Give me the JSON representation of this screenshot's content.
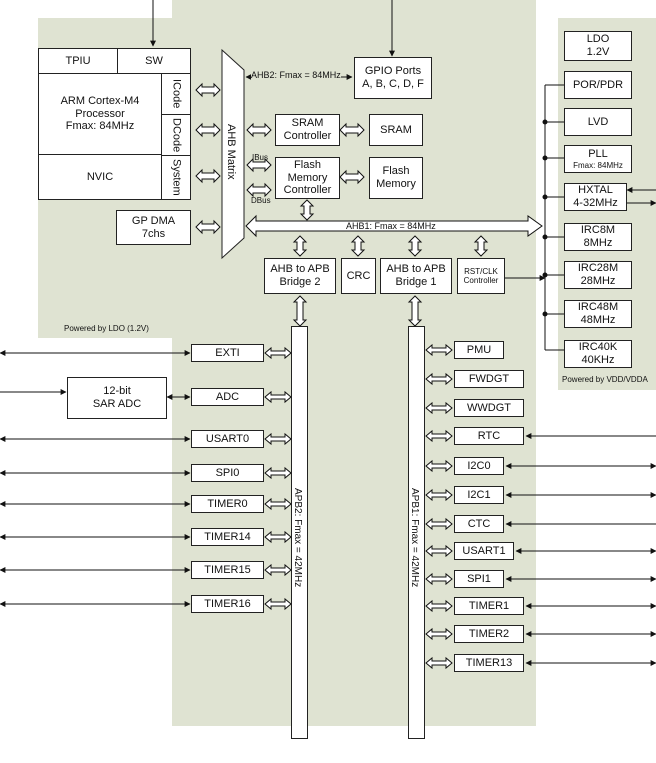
{
  "core": {
    "tpiu": "TPIU",
    "sw": "SW",
    "cpu_line1": "ARM Cortex-M4",
    "cpu_line2": "Processor",
    "cpu_fmax": "Fmax: 84MHz",
    "nvic": "NVIC",
    "icode": "ICode",
    "dcode": "DCode",
    "system": "System"
  },
  "dma": {
    "line1": "GP DMA",
    "line2": "7chs"
  },
  "ahb_matrix": "AHB Matrix",
  "ahb2": "AHB2: Fmax = 84MHz",
  "ahb1": "AHB1: Fmax = 84MHz",
  "gpio": {
    "line1": "GPIO Ports",
    "line2": "A, B, C, D, F"
  },
  "sram_ctrl": {
    "line1": "SRAM",
    "line2": "Controller"
  },
  "sram": "SRAM",
  "flash_ctrl": {
    "line1": "Flash",
    "line2": "Memory",
    "line3": "Controller"
  },
  "flash": {
    "line1": "Flash",
    "line2": "Memory"
  },
  "ibus": "IBus",
  "dbus": "DBus",
  "bridge2": {
    "line1": "AHB to APB",
    "line2": "Bridge 2"
  },
  "crc": "CRC",
  "bridge1": {
    "line1": "AHB to APB",
    "line2": "Bridge 1"
  },
  "rstclk": {
    "line1": "RST/CLK",
    "line2": "Controller"
  },
  "powered_ldo": "Powered by LDO (1.2V)",
  "powered_vdd": "Powered by VDD/VDDA",
  "power_blocks": {
    "ldo": {
      "line1": "LDO",
      "line2": "1.2V"
    },
    "por": "POR/PDR",
    "lvd": "LVD",
    "pll": {
      "line1": "PLL",
      "line2": "Fmax: 84MHz"
    },
    "hxtal": {
      "line1": "HXTAL",
      "line2": "4-32MHz"
    },
    "irc8m": {
      "line1": "IRC8M",
      "line2": "8MHz"
    },
    "irc28m": {
      "line1": "IRC28M",
      "line2": "28MHz"
    },
    "irc48m": {
      "line1": "IRC48M",
      "line2": "48MHz"
    },
    "irc40k": {
      "line1": "IRC40K",
      "line2": "40KHz"
    }
  },
  "adc": {
    "line1": "12-bit",
    "line2": "SAR ADC"
  },
  "apb2_label": "APB2: Fmax = 42MHz",
  "apb1_label": "APB1: Fmax = 42MHz",
  "apb2_periph": [
    "EXTI",
    "ADC",
    "USART0",
    "SPI0",
    "TIMER0",
    "TIMER14",
    "TIMER15",
    "TIMER16"
  ],
  "apb1_periph": [
    "PMU",
    "FWDGT",
    "WWDGT",
    "RTC",
    "I2C0",
    "I2C1",
    "CTC",
    "USART1",
    "SPI1",
    "TIMER1",
    "TIMER2",
    "TIMER13"
  ]
}
